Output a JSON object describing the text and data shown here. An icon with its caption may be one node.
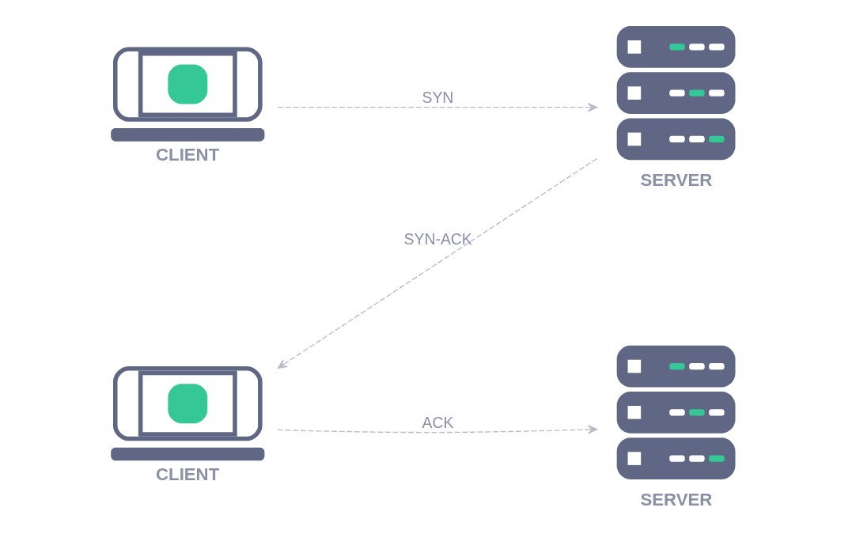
{
  "diagram": {
    "nodes": [
      {
        "text": [
          "CLIENT"
        ]
      },
      {
        "text": [
          "SERVER"
        ]
      },
      {
        "text": [
          "CLIENT"
        ]
      },
      {
        "text": [
          "SERVER"
        ]
      }
    ],
    "edges": [
      {
        "from": 0,
        "to": 1,
        "arrow": "to",
        "label": "SYN",
        "style": "dashed"
      },
      {
        "from": 1,
        "to": 2,
        "arrow": "to",
        "label": "SYN-ACK",
        "style": "dashed"
      },
      {
        "from": 2,
        "to": 3,
        "arrow": "to",
        "label": "ACK",
        "style": "dashed"
      }
    ]
  }
}
